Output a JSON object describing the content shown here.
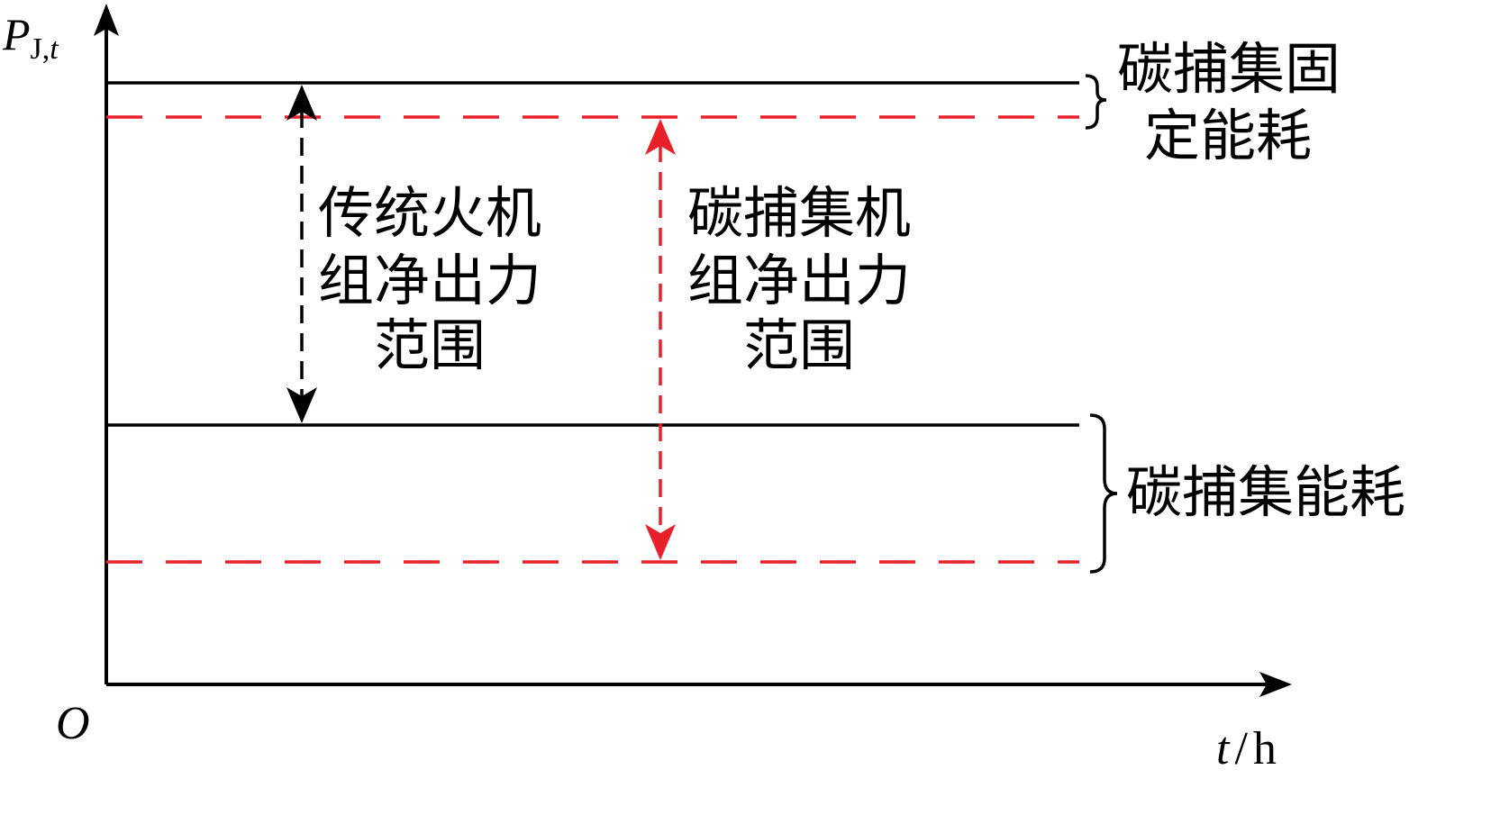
{
  "axes": {
    "y_symbol": "P",
    "y_subscript": "J,",
    "y_subscript_var": "t",
    "x_var": "t",
    "x_slash": "/",
    "x_unit": "h",
    "origin": "O"
  },
  "labels": {
    "traditional": [
      "传统火机",
      "组净出力",
      "范围"
    ],
    "carbon_capture": [
      "碳捕集机",
      "组净出力",
      "范围"
    ],
    "fixed_energy": [
      "碳捕集固",
      "定能耗"
    ],
    "capture_energy": "碳捕集能耗"
  },
  "colors": {
    "black": "#000000",
    "red": "#e8202a"
  }
}
